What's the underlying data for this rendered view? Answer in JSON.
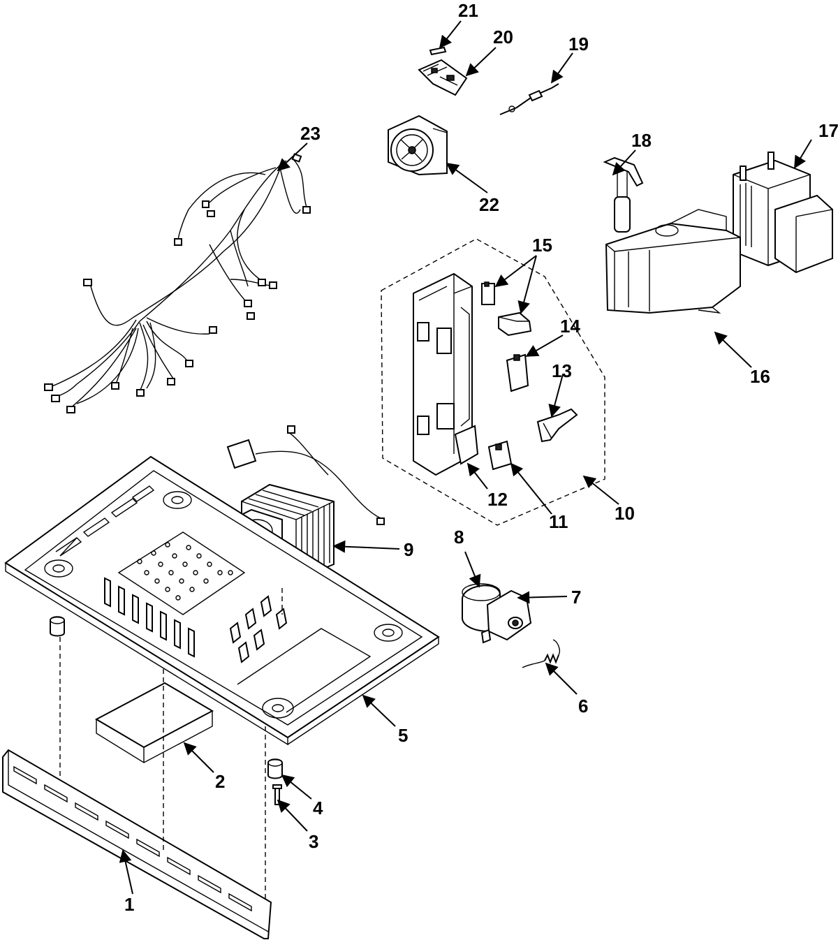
{
  "part_labels": {
    "p1": "1",
    "p2": "2",
    "p3": "3",
    "p4": "4",
    "p5": "5",
    "p6": "6",
    "p7": "7",
    "p8": "8",
    "p9": "9",
    "p10": "10",
    "p11": "11",
    "p12": "12",
    "p13": "13",
    "p14": "14",
    "p15": "15",
    "p16": "16",
    "p17": "17",
    "p18": "18",
    "p19": "19",
    "p20": "20",
    "p21": "21",
    "p22": "22",
    "p23": "23"
  }
}
